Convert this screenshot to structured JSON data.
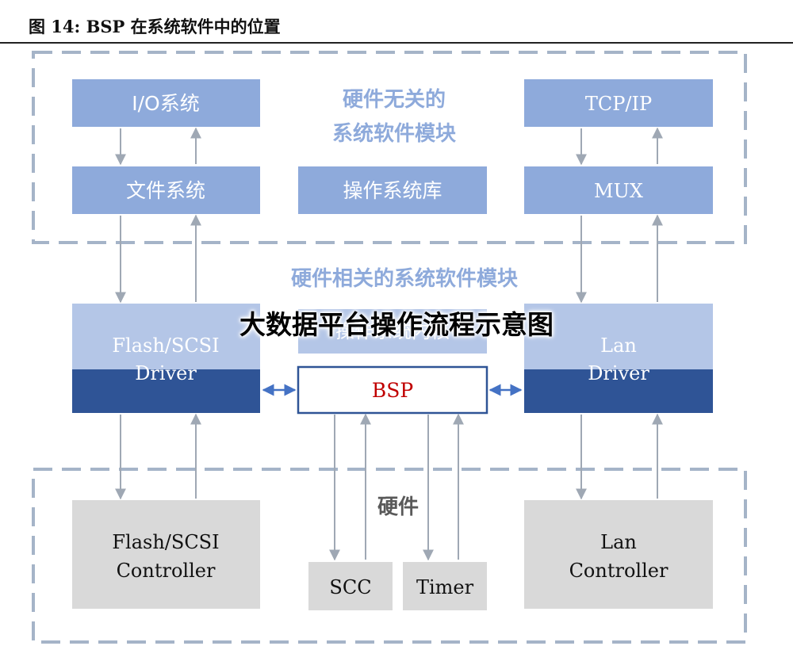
{
  "figure_title": "图 14: BSP 在系统软件中的位置",
  "watermark": "大数据平台操作流程示意图",
  "software": {
    "group_label_line1": "硬件无关的",
    "group_label_line2": "系统软件模块",
    "io_system": "I/O系统",
    "file_system": "文件系统",
    "os_library": "操作系统库",
    "tcp_ip": "TCP/IP",
    "mux": "MUX"
  },
  "hardware_related": {
    "group_label": "硬件相关的系统软件模块",
    "flash_driver_line1": "Flash/SCSI",
    "flash_driver_line2": "Driver",
    "hidden_box_label": "操作系统内核",
    "lan_driver_line1": "Lan",
    "lan_driver_line2": "Driver",
    "bsp": "BSP"
  },
  "hardware": {
    "group_label": "硬件",
    "flash_controller_line1": "Flash/SCSI",
    "flash_controller_line2": "Controller",
    "scc": "SCC",
    "timer": "Timer",
    "lan_controller_line1": "Lan",
    "lan_controller_line2": "Controller"
  },
  "colors": {
    "light_blue_box": "#8eaadb",
    "pale_blue_box": "#b4c6e7",
    "dark_blue_band": "#2f5496",
    "gray_box": "#d9d9d9",
    "dashed_border": "#a5b4c8",
    "arrow": "#9fa8b4",
    "bsp_text": "#c00000",
    "group_label": "#8eaadb"
  }
}
